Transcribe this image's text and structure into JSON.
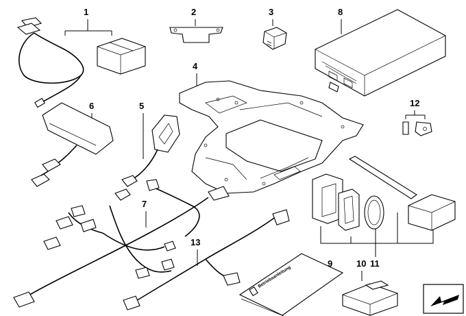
{
  "callouts": [
    {
      "id": "1",
      "label": "1"
    },
    {
      "id": "2",
      "label": "2"
    },
    {
      "id": "3",
      "label": "3"
    },
    {
      "id": "4",
      "label": "4"
    },
    {
      "id": "5",
      "label": "5"
    },
    {
      "id": "6",
      "label": "6"
    },
    {
      "id": "7",
      "label": "7"
    },
    {
      "id": "8",
      "label": "8"
    },
    {
      "id": "9",
      "label": "9"
    },
    {
      "id": "10",
      "label": "10"
    },
    {
      "id": "11",
      "label": "11"
    },
    {
      "id": "12",
      "label": "12"
    },
    {
      "id": "13",
      "label": "13"
    }
  ],
  "booklet": {
    "title": "Betriebsanleitung"
  },
  "icons": {
    "corner": "arrow-icon"
  }
}
